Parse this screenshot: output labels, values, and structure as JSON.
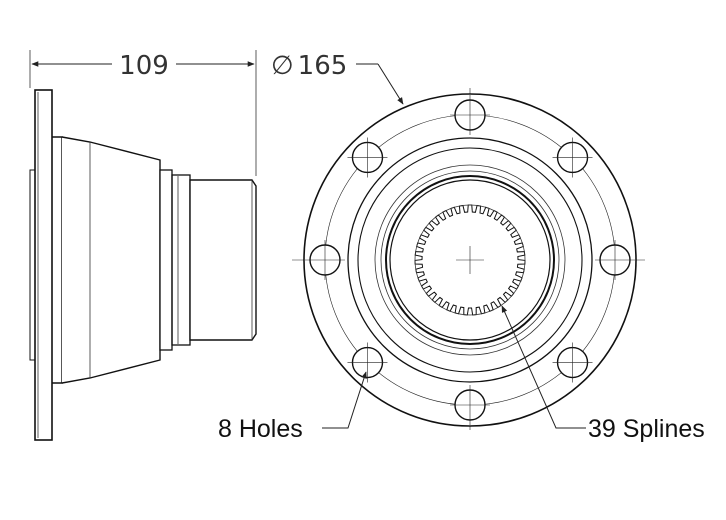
{
  "dimensions": {
    "length": "109",
    "diameter_symbol": "∅",
    "diameter_value": "165"
  },
  "callouts": {
    "holes": "8 Holes",
    "splines": "39 Splines"
  },
  "drawing": {
    "hole_count": 8,
    "spline_count": 39,
    "line_color": "#111111",
    "fill_color": "#ffffff"
  }
}
